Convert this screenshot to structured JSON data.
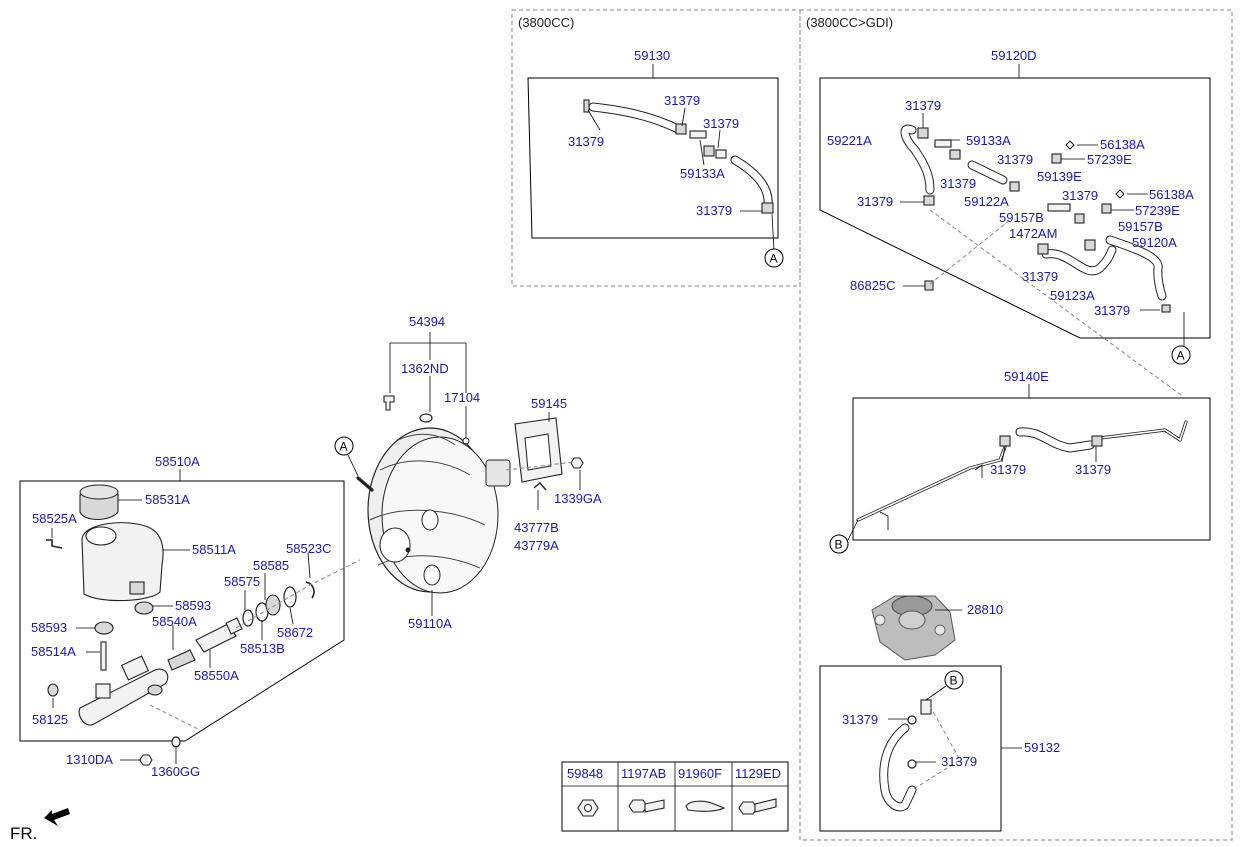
{
  "sections": {
    "s3800": "(3800CC)",
    "s3800gdi": "(3800CC>GDI)"
  },
  "labels": {
    "p59130": "59130",
    "p31379_a": "31379",
    "p31379_b": "31379",
    "p31379_c": "31379",
    "p59133A_a": "59133A",
    "p31379_d": "31379",
    "p59120D": "59120D",
    "p31379_e": "31379",
    "p59221A": "59221A",
    "p59133A_b": "59133A",
    "p56138A_a": "56138A",
    "p31379_f": "31379",
    "p57239E_a": "57239E",
    "p31379_g": "31379",
    "p59139E": "59139E",
    "p31379_h": "31379",
    "p59122A": "59122A",
    "p31379_i": "31379",
    "p56138A_b": "56138A",
    "p59157B_a": "59157B",
    "p57239E_b": "57239E",
    "p1472AM": "1472AM",
    "p59157B_b": "59157B",
    "p59120A": "59120A",
    "p31379_j": "31379",
    "p86825C": "86825C",
    "p59123A": "59123A",
    "p31379_k": "31379",
    "p59140E": "59140E",
    "p31379_l": "31379",
    "p31379_m": "31379",
    "p28810": "28810",
    "p31379_n": "31379",
    "p59132": "59132",
    "p31379_o": "31379",
    "p54394": "54394",
    "p1362ND": "1362ND",
    "p17104": "17104",
    "p59145": "59145",
    "p1339GA": "1339GA",
    "p43777B": "43777B",
    "p43779A": "43779A",
    "p59110A": "59110A",
    "p58510A": "58510A",
    "p58531A": "58531A",
    "p58525A": "58525A",
    "p58511A": "58511A",
    "p58523C": "58523C",
    "p58585": "58585",
    "p58575": "58575",
    "p58593_a": "58593",
    "p58593_b": "58593",
    "p58540A": "58540A",
    "p58672": "58672",
    "p58513B": "58513B",
    "p58514A": "58514A",
    "p58550A": "58550A",
    "p58125": "58125",
    "p1310DA": "1310DA",
    "p1360GG": "1360GG"
  },
  "callouts": {
    "A": "A",
    "B": "B"
  },
  "fastener_table": {
    "headers": [
      "59848",
      "1197AB",
      "91960F",
      "1129ED"
    ]
  },
  "front_marker": "FR."
}
